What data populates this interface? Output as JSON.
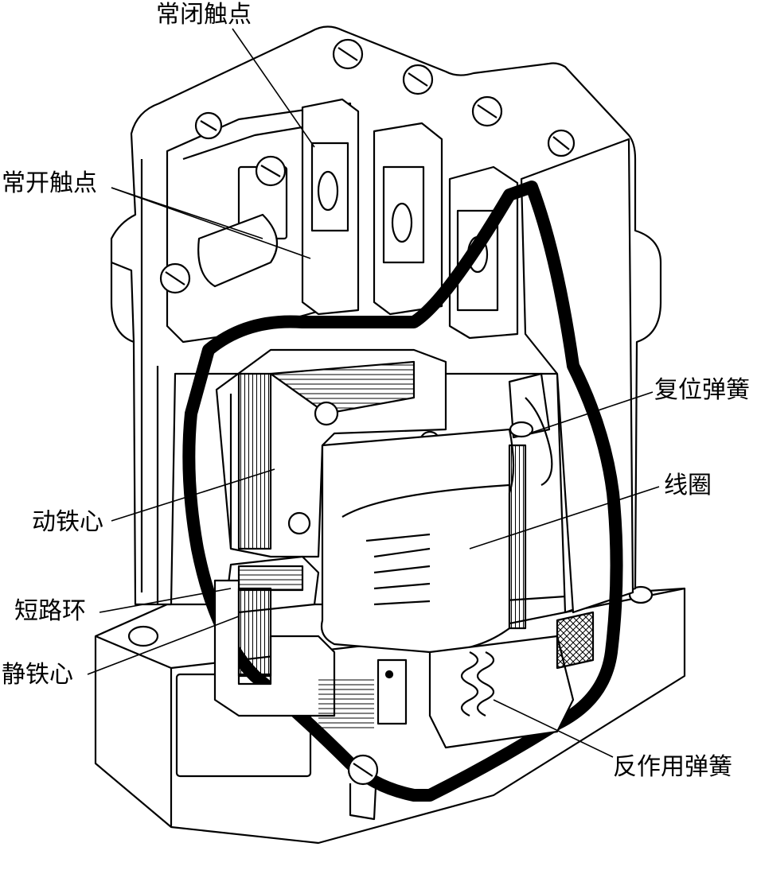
{
  "figure": {
    "labels": {
      "normally_closed_contact": "常闭触点",
      "normally_open_contact": "常开触点",
      "return_spring": "复位弹簧",
      "coil": "线圈",
      "moving_core": "动铁心",
      "shorting_ring": "短路环",
      "static_core": "静铁心",
      "reaction_spring": "反作用弹簧"
    }
  },
  "colors": {
    "ink": "#000000",
    "paper": "#ffffff"
  }
}
